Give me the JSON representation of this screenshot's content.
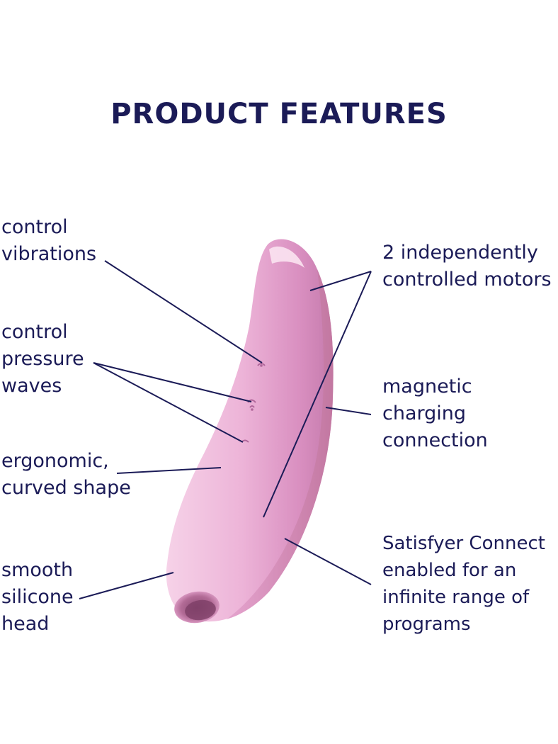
{
  "title": "PRODUCT FEATURES",
  "colors": {
    "text": "#1b1b57",
    "product_pink": "#e7a6cf",
    "product_highlight": "#f5cde6",
    "product_shadow": "#c77fae"
  },
  "features_left": [
    {
      "text": "control\nvibrations"
    },
    {
      "text": "control\npressure\nwaves"
    },
    {
      "text": "ergonomic,\ncurved shape"
    },
    {
      "text": "smooth\nsilicone\nhead"
    }
  ],
  "features_right": [
    {
      "text": "2 independently\ncontrolled motors"
    },
    {
      "text": "magnetic\ncharging\nconnection"
    },
    {
      "text": "Satisfyer Connect\nenabled for an\ninfinite range of\nprograms"
    }
  ]
}
